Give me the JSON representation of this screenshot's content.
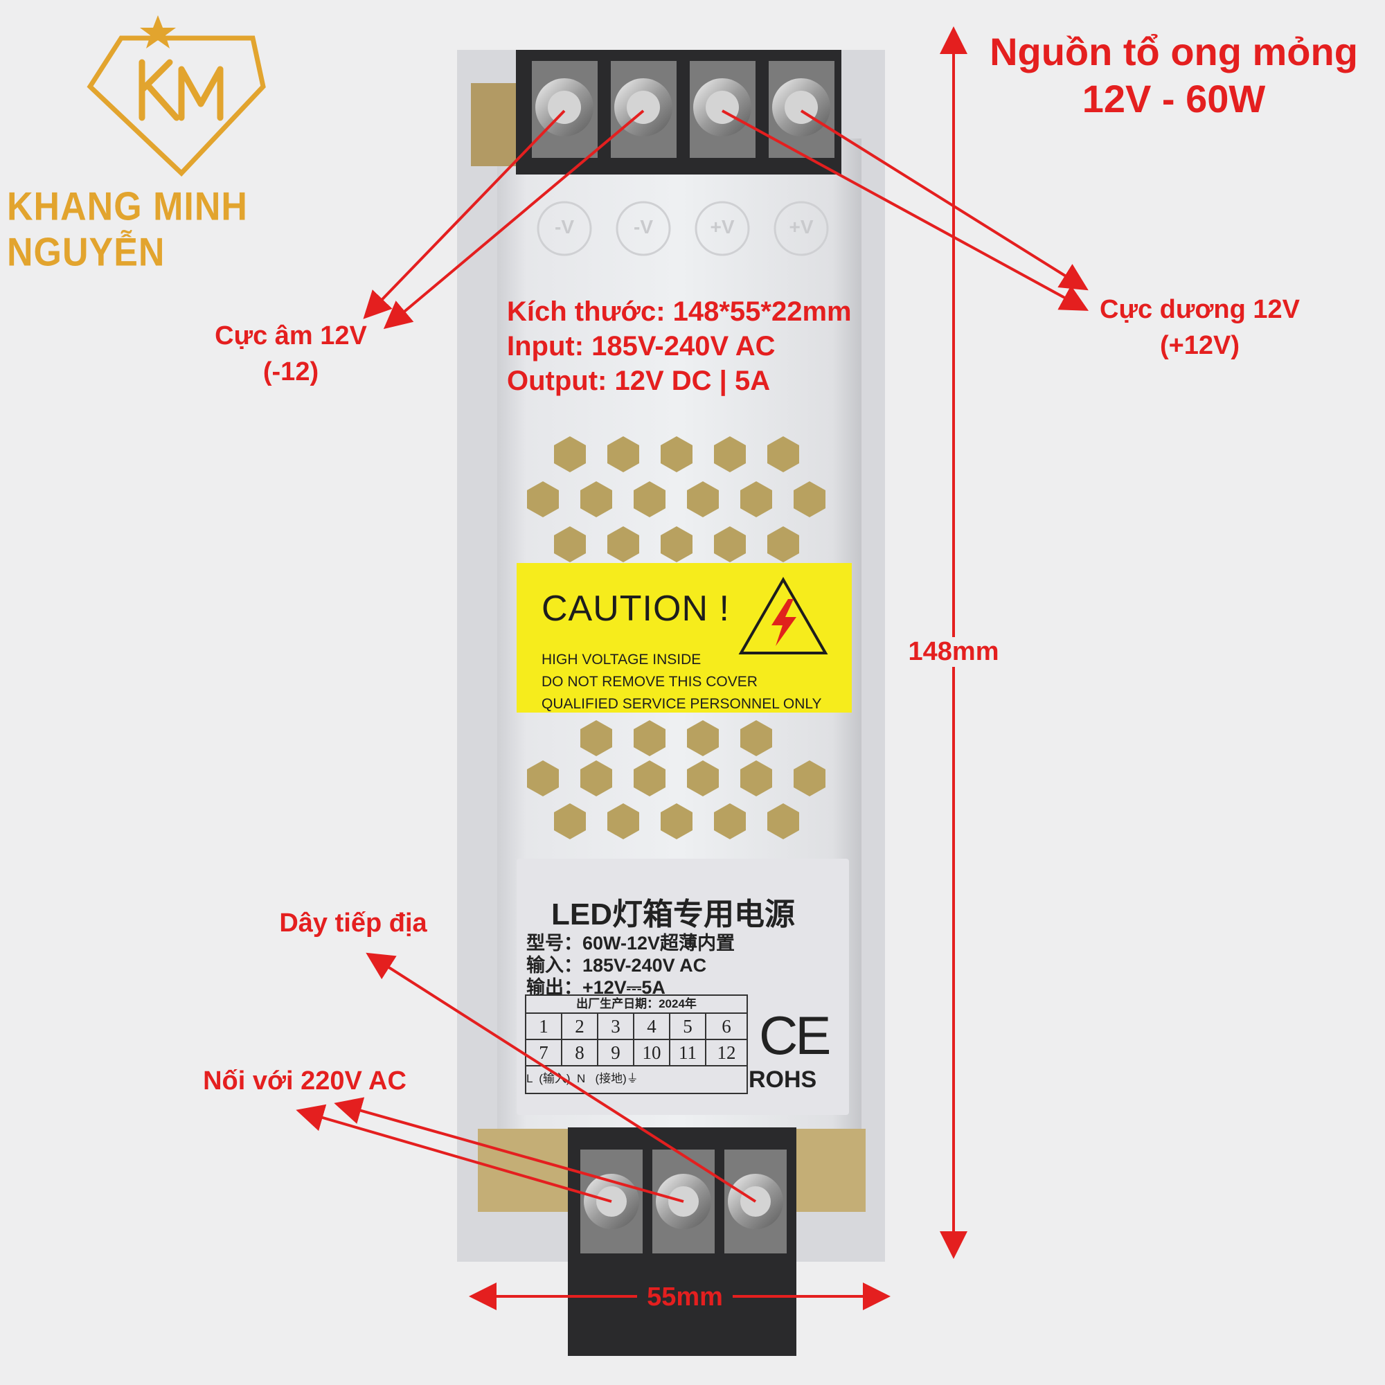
{
  "brand": {
    "name": "KHANG MINH NGUYỄN",
    "logo_letters": "KM",
    "color": "#e2a42e"
  },
  "product_title": {
    "line1": "Nguồn tổ ong mỏng",
    "line2": "12V - 60W"
  },
  "specs": {
    "size": "Kích thước: 148*55*22mm",
    "input": "Input: 185V-240V AC",
    "output": "Output: 12V DC | 5A"
  },
  "callouts": {
    "negative": {
      "line1": "Cực âm 12V",
      "line2": "(-12)"
    },
    "positive": {
      "line1": "Cực dương 12V",
      "line2": "(+12V)"
    },
    "ground": "Dây tiếp địa",
    "mains": "Nối với 220V AC"
  },
  "dimensions": {
    "height": "148mm",
    "width": "55mm"
  },
  "terminal_marks": [
    "-V",
    "-V",
    "+V",
    "+V"
  ],
  "caution_label": {
    "title": "CAUTION !",
    "line1": "HIGH VOLTAGE INSIDE",
    "line2": "DO NOT REMOVE THIS COVER",
    "line3": "QUALIFIED SERVICE PERSONNEL ONLY"
  },
  "product_label": {
    "title": "LED灯箱专用电源",
    "model": "型号：60W-12V超薄内置",
    "input": "输入：185V-240V AC",
    "output": "输出：+12V⎓5A",
    "date_header": "出厂生产日期：2024年",
    "months_row1": [
      "1",
      "2",
      "3",
      "4",
      "5",
      "6"
    ],
    "months_row2": [
      "7",
      "8",
      "9",
      "10",
      "11",
      "12"
    ],
    "terminals": "L  (输入)  N   (接地)⏚",
    "ce": "CE",
    "rohs": "ROHS"
  },
  "colors": {
    "annotation_red": "#e41f1f",
    "caution_yellow": "#f6ec1c",
    "background": "#eeeeef"
  }
}
